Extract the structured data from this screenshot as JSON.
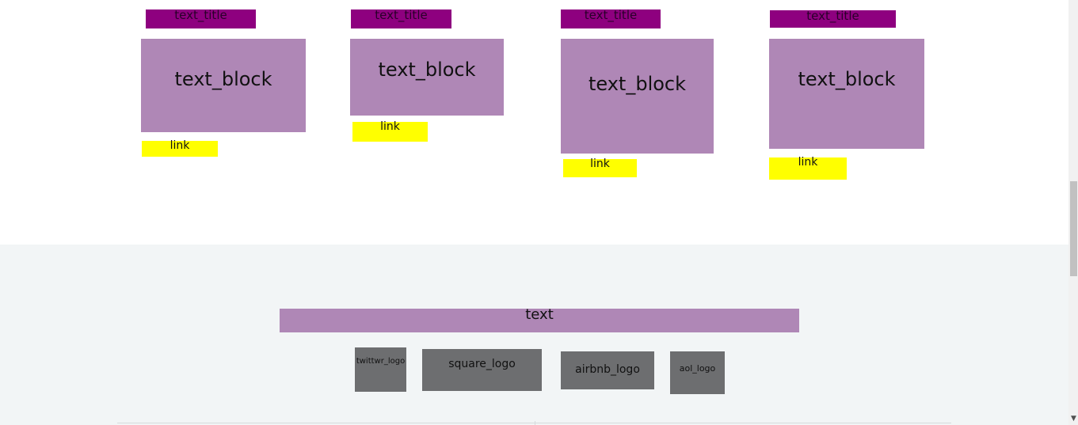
{
  "cards": [
    {
      "title": "text_title",
      "block": "text_block",
      "link": "link"
    },
    {
      "title": "text_title",
      "block": "text_block",
      "link": "link"
    },
    {
      "title": "text_title",
      "block": "text_block",
      "link": "link"
    },
    {
      "title": "text_title",
      "block": "text_block",
      "link": "link"
    }
  ],
  "footer": {
    "text": "text",
    "logos": [
      "twittwr_logo",
      "square_logo",
      "airbnb_logo",
      "aol_logo"
    ]
  },
  "scrollbar": {
    "arrow_icon": "▼"
  }
}
